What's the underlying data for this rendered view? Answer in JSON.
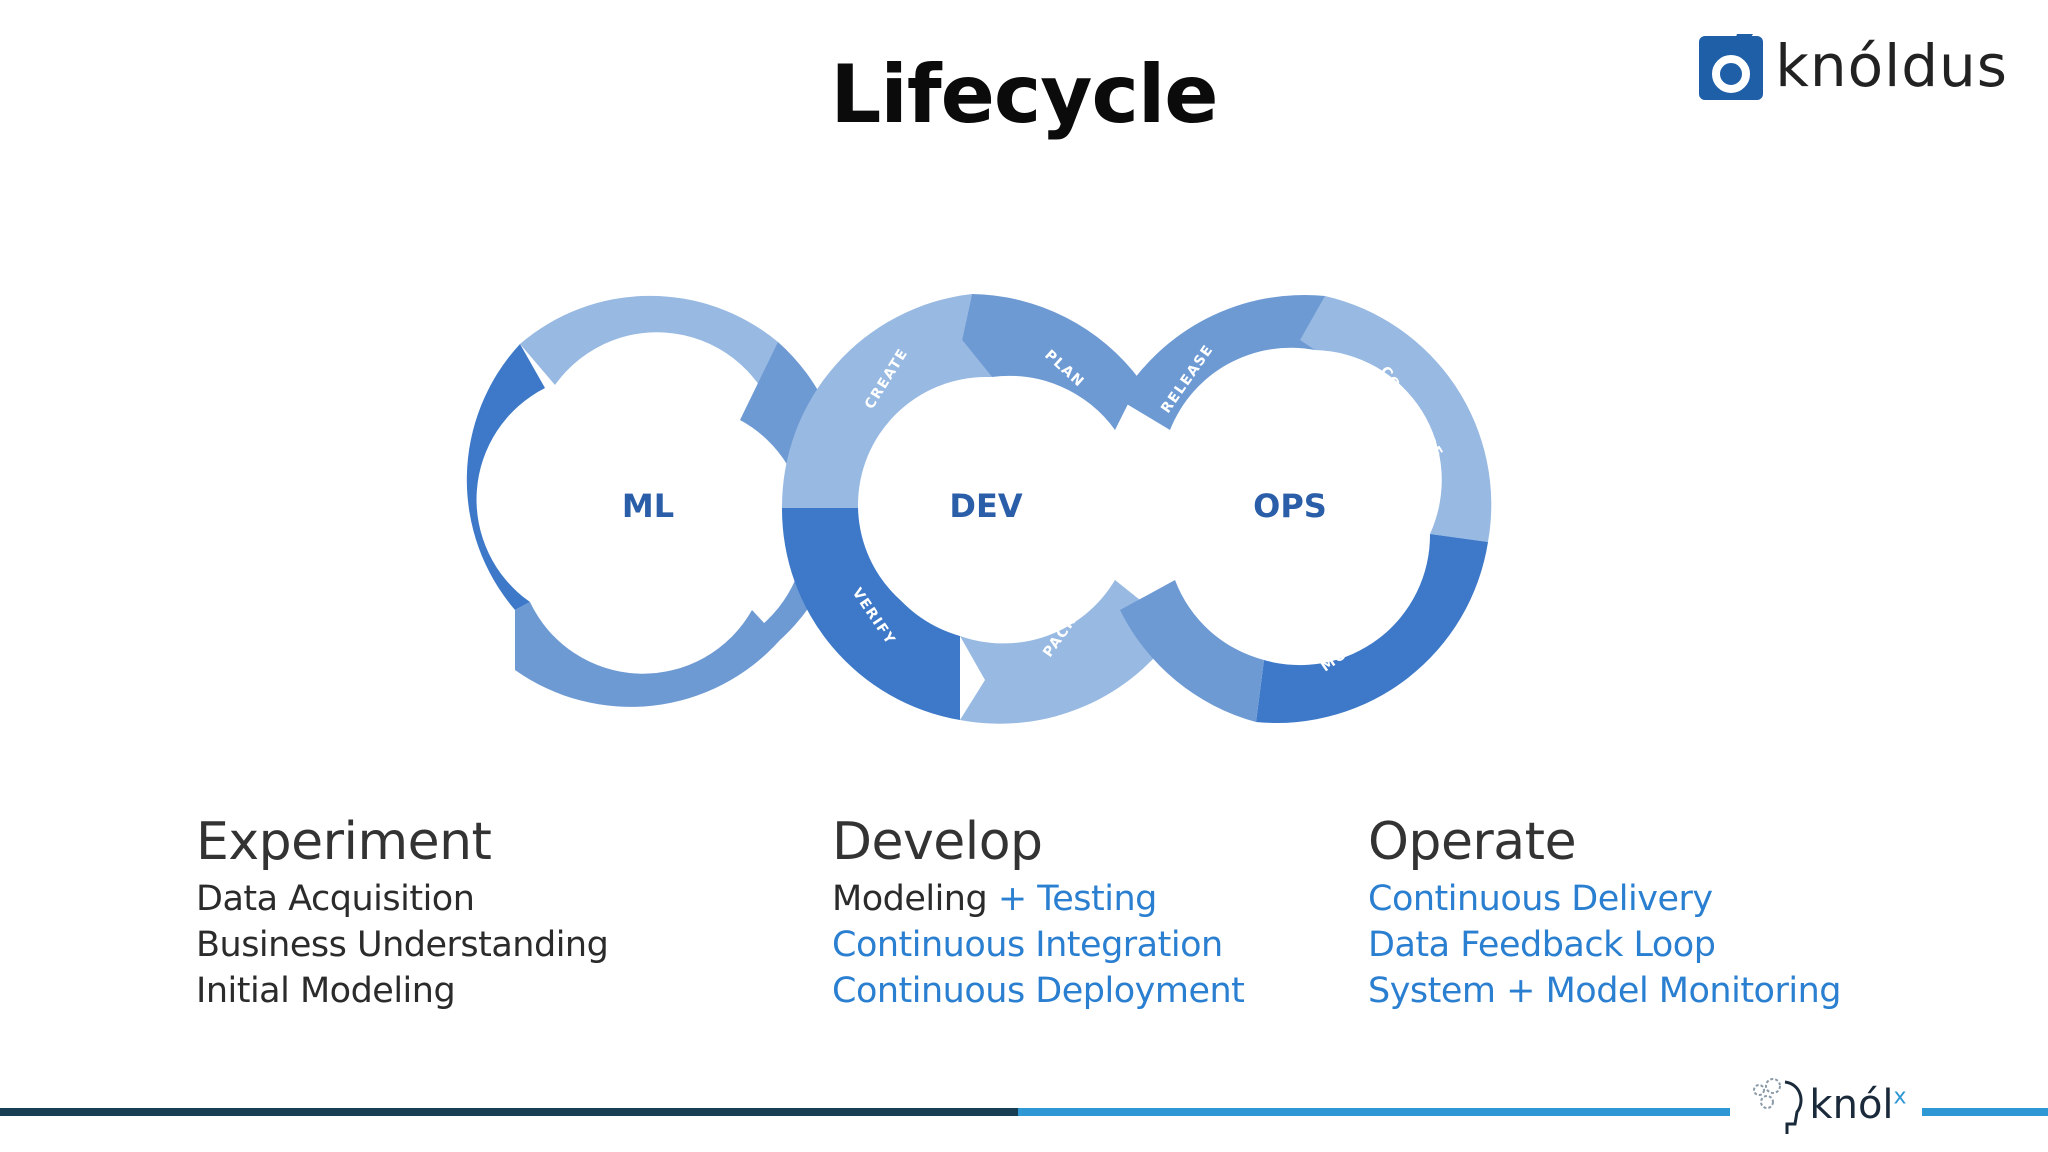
{
  "slide": {
    "title": "Lifecycle",
    "brand": "knóldus"
  },
  "diagram": {
    "centers": {
      "ml": "ML",
      "dev": "DEV",
      "ops": "OPS"
    },
    "segments": {
      "create": "CREATE",
      "plan": "PLAN",
      "verify": "VERIFY",
      "package": "PACKAGE",
      "release": "RELEASE",
      "configure": "CONFIGURE",
      "monitor": "MONITOR"
    },
    "colors": {
      "light": "#97b9e2",
      "mid": "#6e9ad4",
      "dark": "#3d79c8",
      "text": "#2a5ea8"
    }
  },
  "columns": {
    "experiment": {
      "heading": "Experiment",
      "items": [
        "Data Acquisition",
        "Business Understanding",
        "Initial Modeling"
      ]
    },
    "develop": {
      "heading": "Develop",
      "line1_dark": "Modeling",
      "line1_blue": " + Testing",
      "items": [
        "Continuous Integration",
        "Continuous Deployment"
      ]
    },
    "operate": {
      "heading": "Operate",
      "items": [
        "Continuous Delivery",
        "Data Feedback Loop",
        "System + Model Monitoring"
      ]
    }
  },
  "footer": {
    "brand": "knól",
    "brand_sup": "x"
  }
}
